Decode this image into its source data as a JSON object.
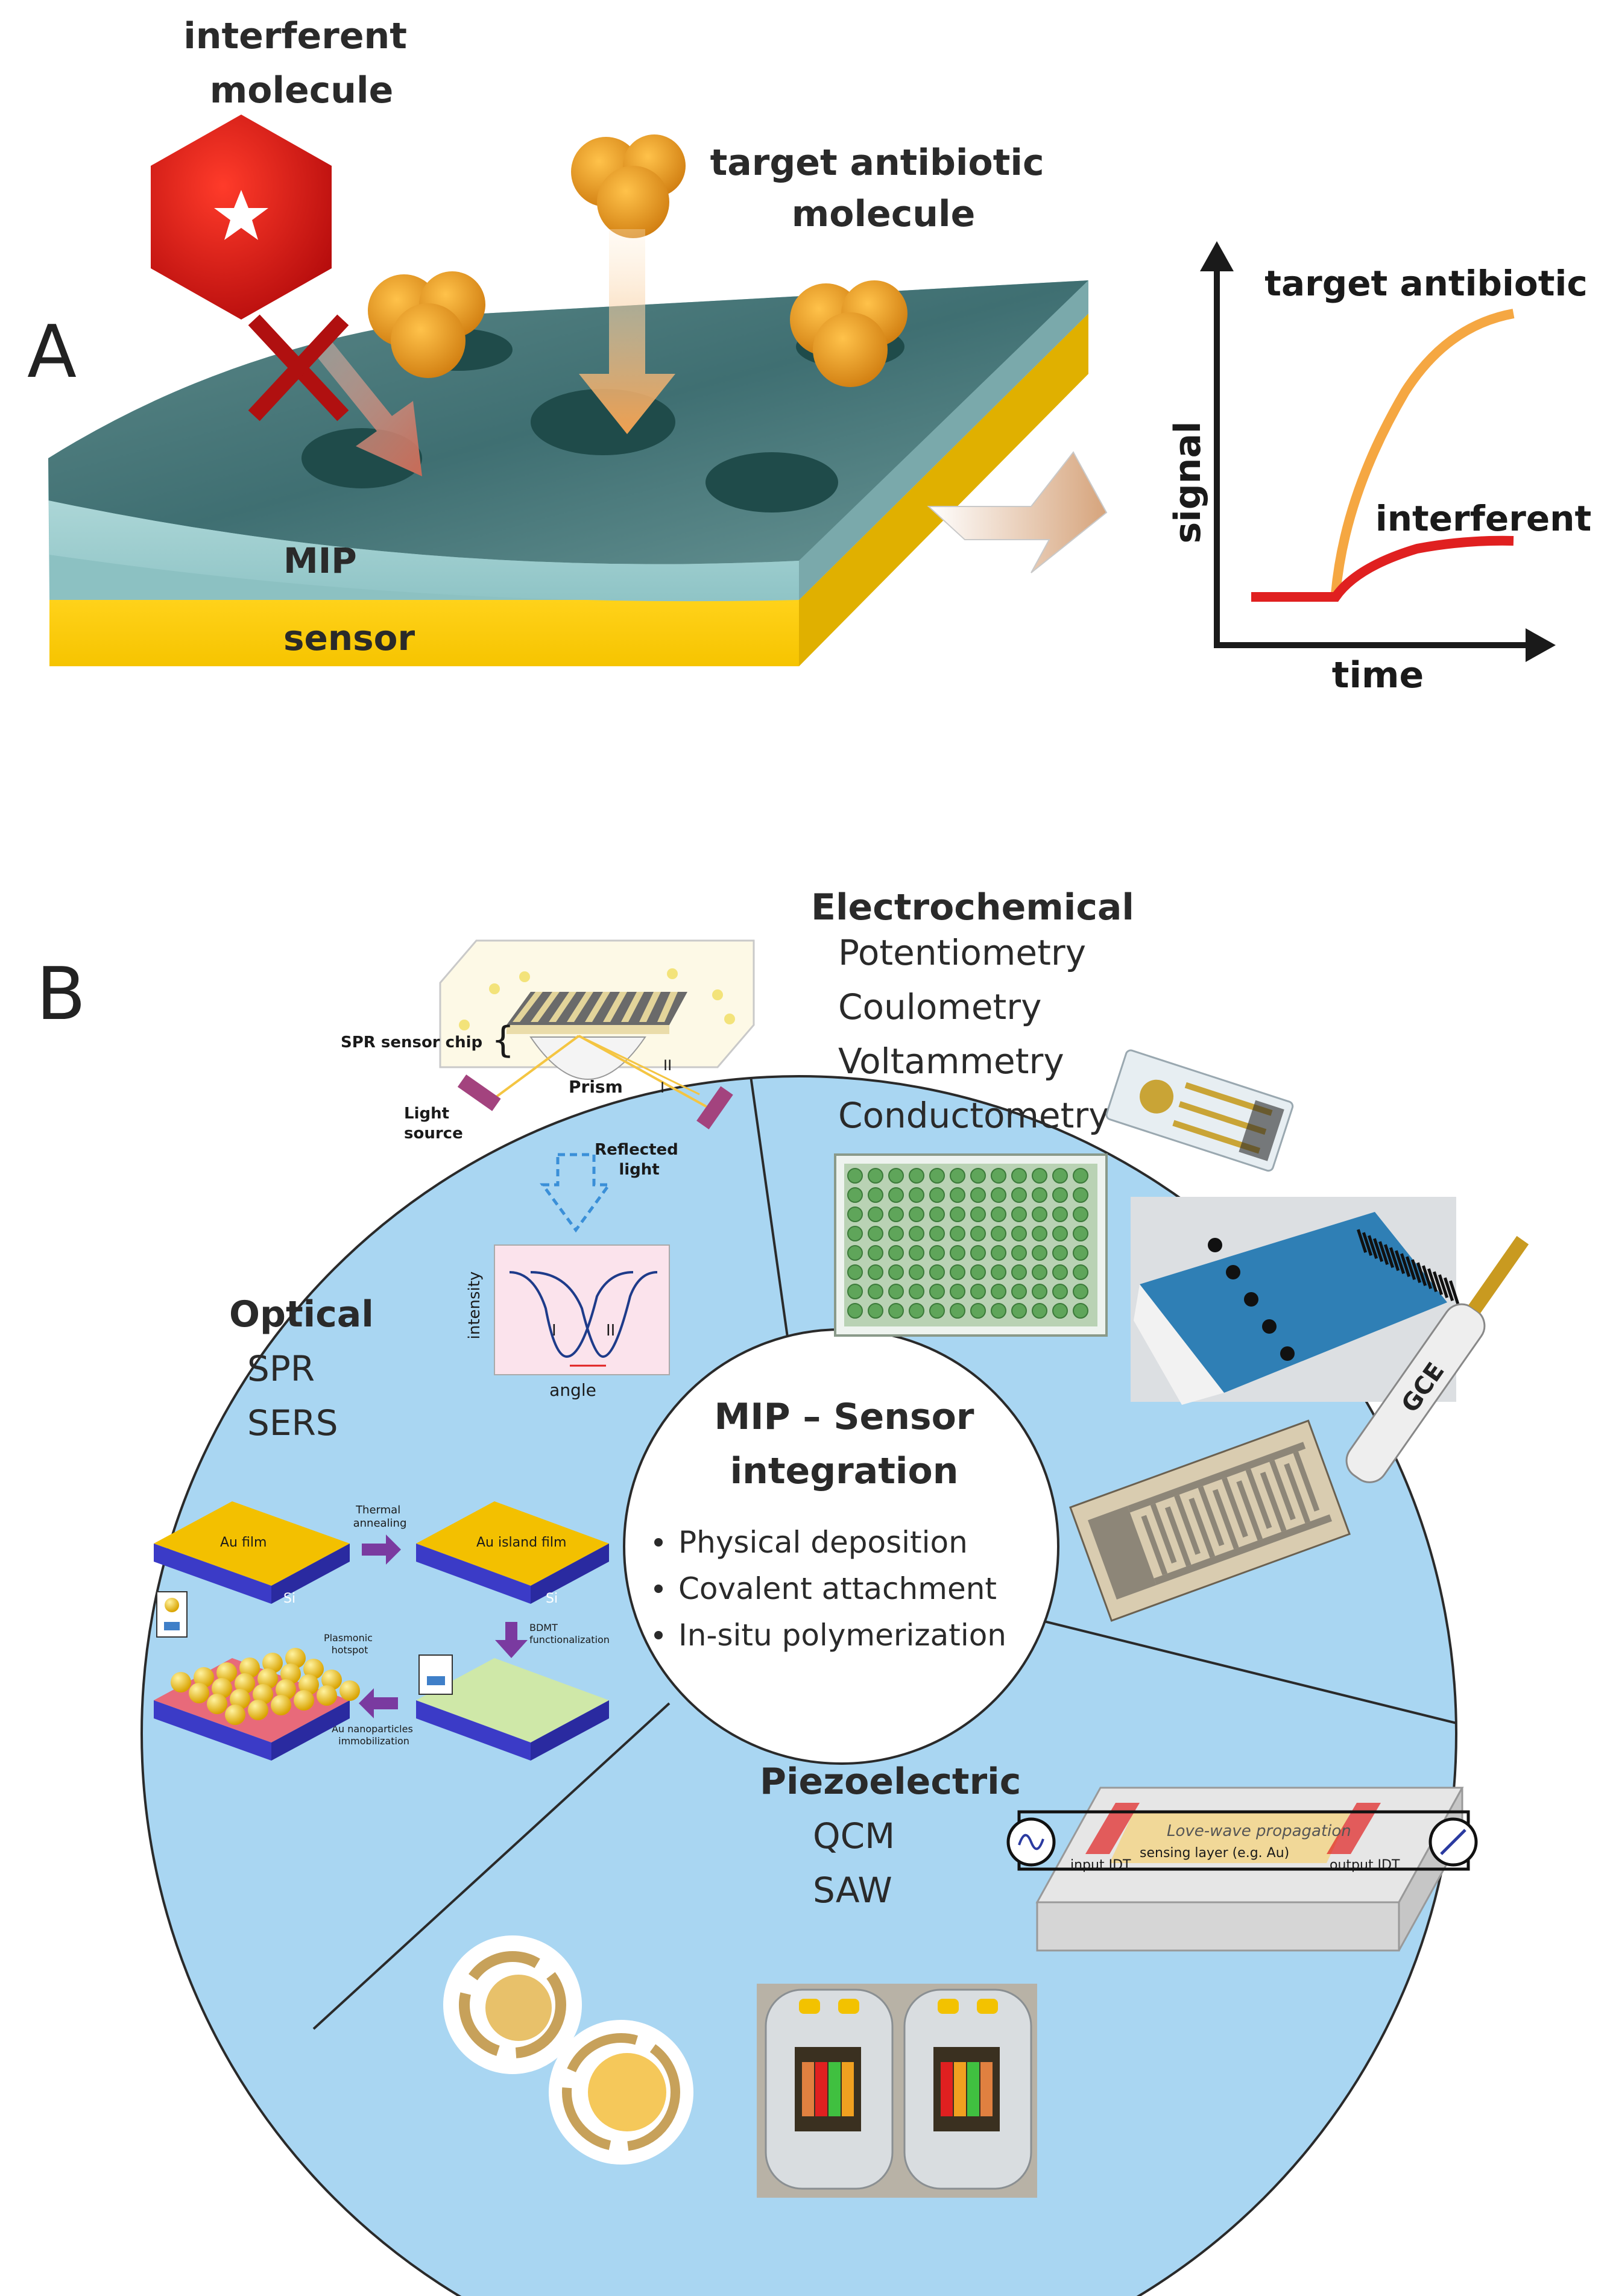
{
  "panel_a": {
    "letter": "A",
    "interferent_label": [
      "interferent",
      "molecule"
    ],
    "target_label": [
      "target antibiotic",
      "molecule"
    ],
    "mip_label": "MIP",
    "sensor_label": "sensor",
    "graph": {
      "y_axis": "signal",
      "x_axis": "time",
      "curve_target": "target antibiotic",
      "curve_interferent": "interferent",
      "color_target": "#f5a742",
      "color_interferent": "#e02020"
    }
  },
  "panel_b": {
    "letter": "B",
    "center": {
      "title": [
        "MIP – Sensor",
        "integration"
      ],
      "bullets": [
        "Physical deposition",
        "Covalent attachment",
        "In-situ polymerization"
      ]
    },
    "electrochemical": {
      "title": "Electrochemical",
      "methods": [
        "Potentiometry",
        "Coulometry",
        "Voltammetry",
        "Conductometry"
      ],
      "electrode_label": "GCE"
    },
    "optical": {
      "title": "Optical",
      "methods": [
        "SPR",
        "SERS"
      ],
      "spr": {
        "chip": "SPR sensor chip",
        "prism": "Prism",
        "light": [
          "Light",
          "source"
        ],
        "reflected": [
          "Reflected",
          "light"
        ],
        "roman1": "I",
        "roman2": "II",
        "plot_y": "intensity",
        "plot_x": "angle"
      },
      "sers": {
        "au_film": "Au film",
        "si1": "Si",
        "thermal": [
          "Thermal",
          "annealing"
        ],
        "au_island": "Au island film",
        "si2": "Si",
        "bdmt": [
          "BDMT",
          "functionalization"
        ],
        "hotspot": [
          "Plasmonic",
          "hotspot"
        ],
        "immob": [
          "Au nanoparticles",
          "immobilization"
        ]
      }
    },
    "piezoelectric": {
      "title": "Piezoelectric",
      "methods": [
        "QCM",
        "SAW"
      ],
      "saw": {
        "propagation": "Love-wave propagation",
        "layer": "sensing layer (e.g. Au)",
        "input": "input IDT",
        "output": "output IDT"
      }
    },
    "colors": {
      "background": "#a9d6f2",
      "divider": "#2a2a2a"
    }
  }
}
